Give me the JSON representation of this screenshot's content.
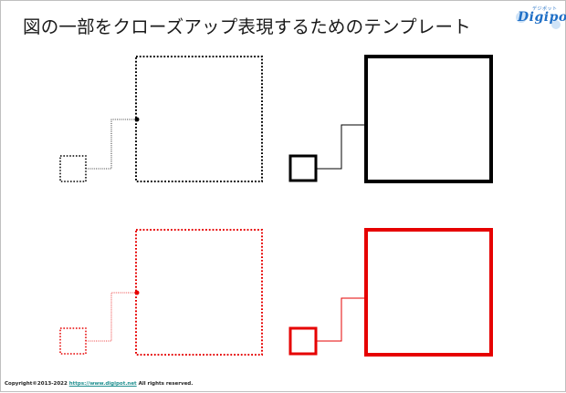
{
  "slide": {
    "title": "図の一部をクローズアップ表現するためのテンプレート",
    "logo": {
      "word": "Digipot",
      "kana": "デジポット"
    },
    "footer": {
      "copyright": "Copyright©2013-2022",
      "link": "https://www.digipot.net",
      "rights": "All rights reserved."
    },
    "colors": {
      "black": "#000000",
      "red": "#e60000",
      "logo_blue": "#1f6fc6"
    },
    "closeups": [
      {
        "name": "closeup-black-dotted",
        "color": "black",
        "style": "dotted"
      },
      {
        "name": "closeup-black-solid",
        "color": "black",
        "style": "solid"
      },
      {
        "name": "closeup-red-dotted",
        "color": "red",
        "style": "dotted"
      },
      {
        "name": "closeup-red-solid",
        "color": "red",
        "style": "solid"
      }
    ]
  }
}
